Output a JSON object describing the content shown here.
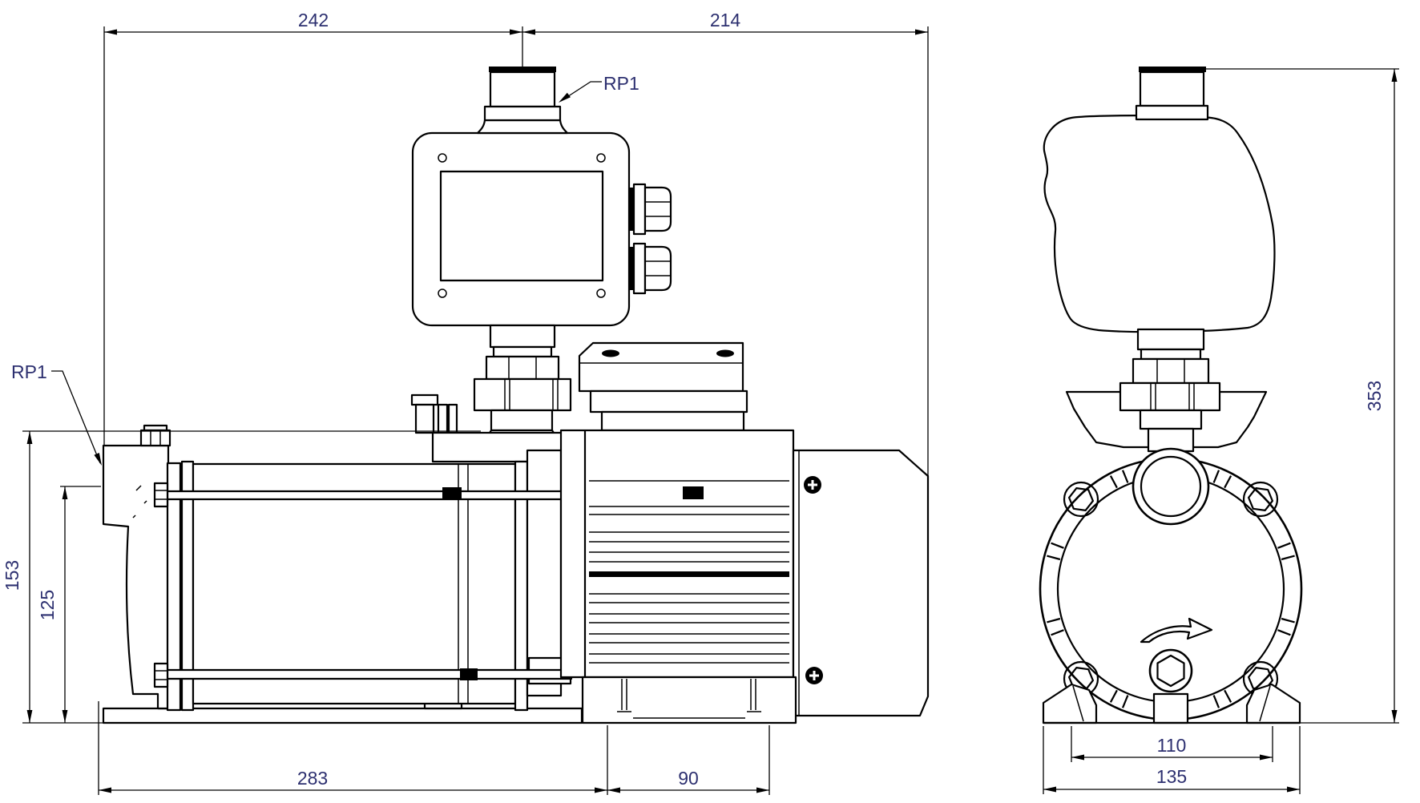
{
  "page": {
    "background": "#ffffff"
  },
  "drawing": {
    "line_color": "#000000",
    "dimension_text_color": "#2d3070",
    "side_view": {
      "dimensions": {
        "top_width_left": "242",
        "top_width_right": "214",
        "height_overall": "153",
        "height_inlet_center": "125",
        "length_pump": "283",
        "length_motor_foot": "90"
      },
      "labels": {
        "discharge_port": "RP1",
        "suction_port": "RP1"
      }
    },
    "front_view": {
      "dimensions": {
        "height_overall": "353",
        "foot_hole_spacing": "110",
        "foot_width": "135"
      }
    }
  }
}
